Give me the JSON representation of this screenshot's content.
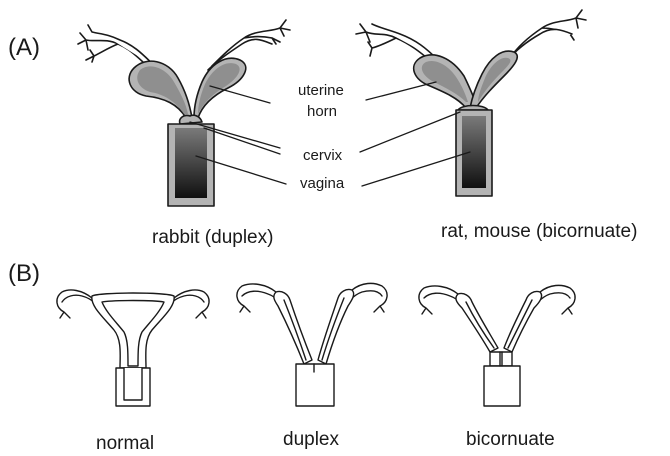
{
  "panels": {
    "a": {
      "label": "(A)"
    },
    "b": {
      "label": "(B)"
    }
  },
  "part_labels": {
    "uterine_horn_line1": "uterine",
    "uterine_horn_line2": "horn",
    "cervix": "cervix",
    "vagina": "vagina"
  },
  "captions_a": {
    "rabbit": "rabbit (duplex)",
    "rat_mouse": "rat, mouse (bicornuate)"
  },
  "captions_b": {
    "normal": "normal",
    "duplex": "duplex",
    "bicornuate": "bicornuate"
  },
  "colors": {
    "horn_outer": "#b4b4b4",
    "horn_inner": "#8f8f8f",
    "vagina_top": "#7a7a7a",
    "vagina_bottom": "#101010",
    "outline": "#1a1a1a"
  }
}
